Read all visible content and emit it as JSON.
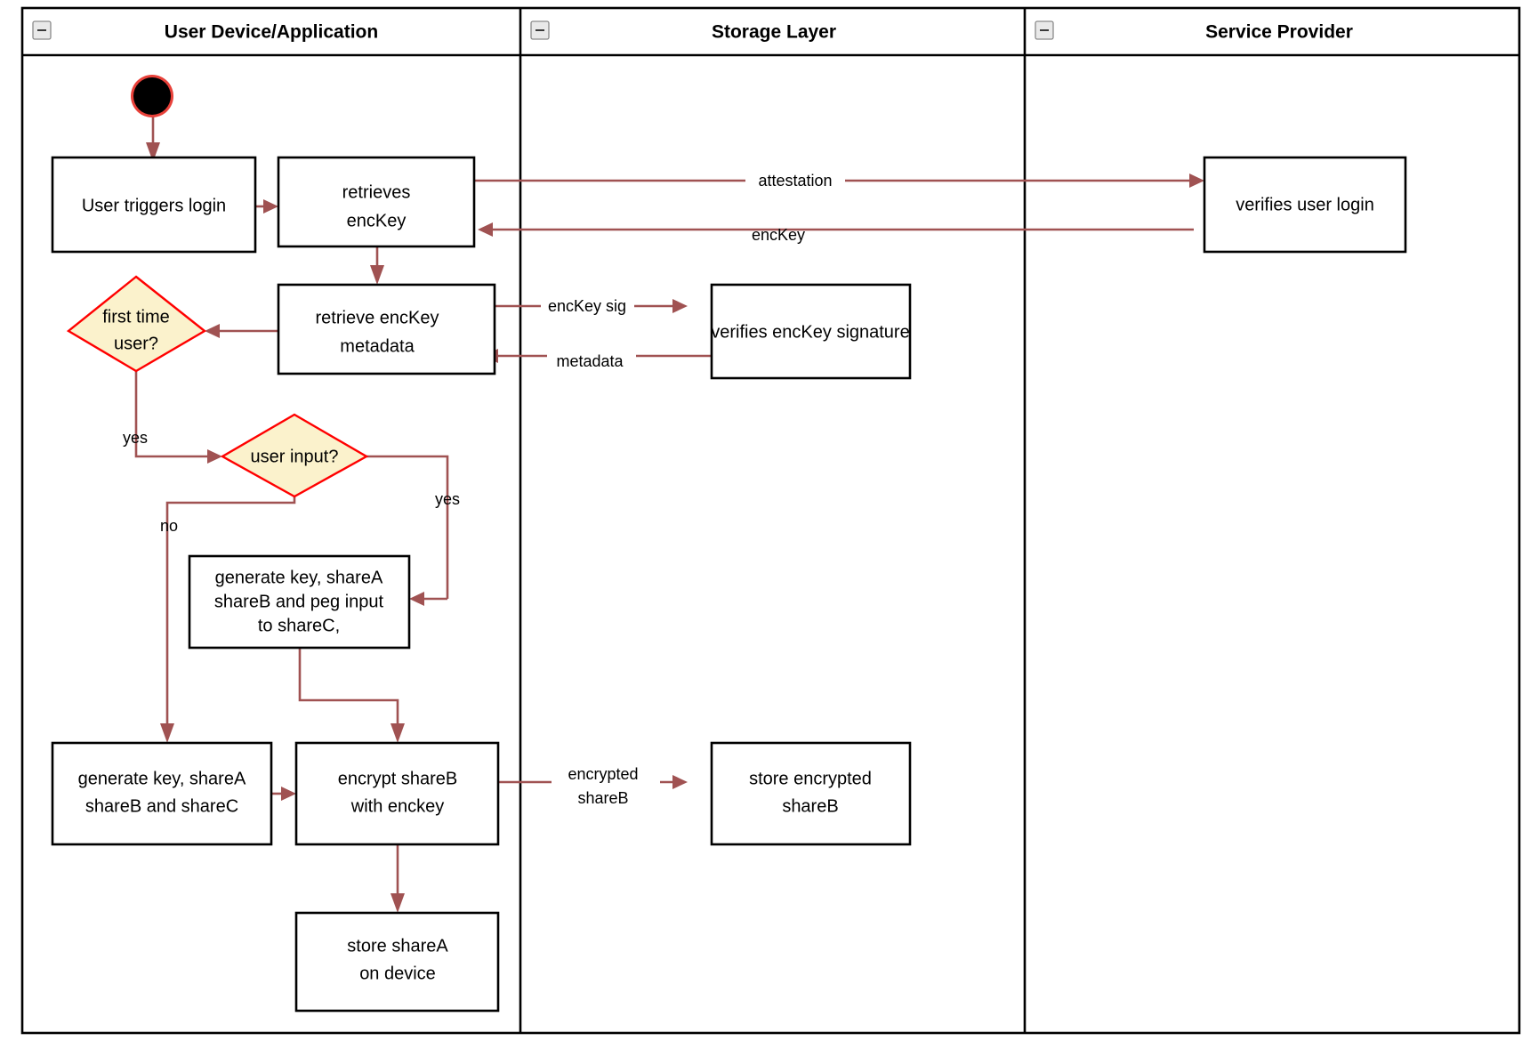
{
  "diagram": {
    "type": "uml-activity-swimlane",
    "title": "Login and key share generation flow",
    "colors": {
      "flow": "#a05252",
      "decision_fill": "#fbf2cc",
      "decision_stroke": "#ff0000",
      "node_stroke": "#000000",
      "node_fill": "#ffffff",
      "start_ring": "#e8413a",
      "start_fill": "#000000",
      "frame": "#000000"
    },
    "lanes": [
      {
        "id": "lane-user-device",
        "label": "User Device/Application",
        "collapse_icon": "minus-icon"
      },
      {
        "id": "lane-storage",
        "label": "Storage Layer",
        "collapse_icon": "minus-icon"
      },
      {
        "id": "lane-service-provider",
        "label": "Service Provider",
        "collapse_icon": "minus-icon"
      }
    ],
    "nodes": [
      {
        "id": "start",
        "kind": "initial-node",
        "lane": "lane-user-device",
        "label": ""
      },
      {
        "id": "user-triggers-login",
        "kind": "action",
        "lane": "lane-user-device",
        "lines": [
          "User triggers login"
        ]
      },
      {
        "id": "retrieves-enckey",
        "kind": "action",
        "lane": "lane-user-device",
        "lines": [
          "retrieves",
          "encKey"
        ]
      },
      {
        "id": "verifies-user-login",
        "kind": "action",
        "lane": "lane-service-provider",
        "lines": [
          "verifies user login"
        ]
      },
      {
        "id": "retrieve-enckey-metadata",
        "kind": "action",
        "lane": "lane-user-device",
        "lines": [
          "retrieve encKey",
          "metadata"
        ]
      },
      {
        "id": "verifies-enckey-signature",
        "kind": "action",
        "lane": "lane-storage",
        "lines": [
          "verifies encKey signature"
        ]
      },
      {
        "id": "first-time-user",
        "kind": "decision",
        "lane": "lane-user-device",
        "lines": [
          "first time",
          "user?"
        ]
      },
      {
        "id": "user-input",
        "kind": "decision",
        "lane": "lane-user-device",
        "lines": [
          "user input?"
        ]
      },
      {
        "id": "generate-peg-input",
        "kind": "action",
        "lane": "lane-user-device",
        "lines": [
          "generate key, shareA",
          "shareB and peg input",
          "to shareC,"
        ]
      },
      {
        "id": "generate-shares",
        "kind": "action",
        "lane": "lane-user-device",
        "lines": [
          "generate key, shareA",
          "shareB and shareC"
        ]
      },
      {
        "id": "encrypt-shareb",
        "kind": "action",
        "lane": "lane-user-device",
        "lines": [
          "encrypt shareB",
          "with enckey"
        ]
      },
      {
        "id": "store-encrypted-shareb",
        "kind": "action",
        "lane": "lane-storage",
        "lines": [
          "store encrypted",
          "shareB"
        ]
      },
      {
        "id": "store-sharea-on-device",
        "kind": "action",
        "lane": "lane-user-device",
        "lines": [
          "store shareA",
          "on device"
        ]
      }
    ],
    "edges": [
      {
        "id": "e-start-login",
        "from": "start",
        "to": "user-triggers-login",
        "label": ""
      },
      {
        "id": "e-login-retrieves",
        "from": "user-triggers-login",
        "to": "retrieves-enckey",
        "label": ""
      },
      {
        "id": "e-attestation",
        "from": "retrieves-enckey",
        "to": "verifies-user-login",
        "label": "attestation"
      },
      {
        "id": "e-enckey",
        "from": "verifies-user-login",
        "to": "retrieves-enckey",
        "label": "encKey"
      },
      {
        "id": "e-retrieves-metadata",
        "from": "retrieves-enckey",
        "to": "retrieve-enckey-metadata",
        "label": ""
      },
      {
        "id": "e-enckey-sig",
        "from": "retrieve-enckey-metadata",
        "to": "verifies-enckey-signature",
        "label": "encKey sig"
      },
      {
        "id": "e-metadata",
        "from": "verifies-enckey-signature",
        "to": "retrieve-enckey-metadata",
        "label": "metadata"
      },
      {
        "id": "e-metadata-firsttime",
        "from": "retrieve-enckey-metadata",
        "to": "first-time-user",
        "label": ""
      },
      {
        "id": "e-firsttime-yes",
        "from": "first-time-user",
        "to": "user-input",
        "label": "yes"
      },
      {
        "id": "e-userinput-yes",
        "from": "user-input",
        "to": "generate-peg-input",
        "label": "yes"
      },
      {
        "id": "e-userinput-no",
        "from": "user-input",
        "to": "generate-shares",
        "label": "no"
      },
      {
        "id": "e-peg-encrypt",
        "from": "generate-peg-input",
        "to": "encrypt-shareb",
        "label": ""
      },
      {
        "id": "e-shares-encrypt",
        "from": "generate-shares",
        "to": "encrypt-shareb",
        "label": ""
      },
      {
        "id": "e-encrypted-shareb",
        "from": "encrypt-shareb",
        "to": "store-encrypted-shareb",
        "label": "encrypted shareB",
        "label_lines": [
          "encrypted",
          "shareB"
        ]
      },
      {
        "id": "e-encrypt-store-sharea",
        "from": "encrypt-shareb",
        "to": "store-sharea-on-device",
        "label": ""
      }
    ],
    "edge_labels": {
      "attestation": "attestation",
      "enckey": "encKey",
      "enckey_sig": "encKey sig",
      "metadata": "metadata",
      "yes_first": "yes",
      "yes_input": "yes",
      "no_input": "no",
      "encrypted_1": "encrypted",
      "encrypted_2": "shareB"
    }
  }
}
